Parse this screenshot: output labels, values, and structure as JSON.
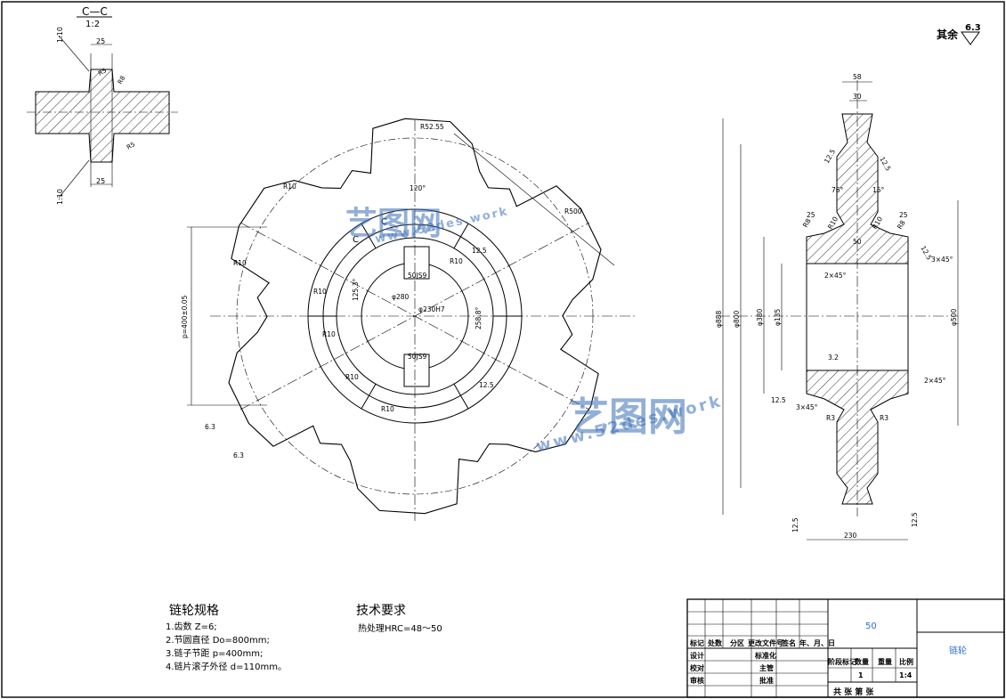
{
  "section": {
    "label": "C—C",
    "scale": "1:2",
    "taper_top": "1:10",
    "taper_bottom": "1:10",
    "dims": [
      "25",
      "25",
      "R5",
      "R8",
      "R5"
    ]
  },
  "roughness": {
    "label": "其余",
    "value": "6.3"
  },
  "front_view": {
    "dims": [
      "R52.55",
      "R10",
      "R10",
      "R10",
      "R10",
      "R10",
      "R10",
      "R10",
      "120°",
      "R500",
      "C",
      "C",
      "12.5",
      "12.5",
      "φ230H7",
      "φ280",
      "125.3°",
      "258.8°",
      "50JS9",
      "50JS9",
      "6.3",
      "6.3"
    ],
    "pitch_label": "p=400±0.05"
  },
  "side_view": {
    "dims": [
      "58",
      "30",
      "12.5",
      "12.5",
      "76°",
      "15°",
      "25",
      "25",
      "R8",
      "R8",
      "R10",
      "R10",
      "50",
      "12.5",
      "3×45°",
      "2×45°",
      "2×45°",
      "3.2",
      "12.5",
      "3×45°",
      "R3",
      "R3",
      "12.5",
      "12.5",
      "230",
      "φ888",
      "φ800",
      "φ380",
      "φ135",
      "φ500"
    ]
  },
  "spec": {
    "title": "链轮规格",
    "lines": [
      "1.齿数 Z=6;",
      "2.节圆直径 Do=800mm;",
      "3.链子节距 p=400mm;",
      "4.链片滚子外径 d=110mm。"
    ]
  },
  "requirements": {
    "title": "技术要求",
    "line": "热处理HRC=48～50"
  },
  "title_block": {
    "material": "50",
    "part_name": "链轮",
    "row_headers": [
      "标记",
      "处数",
      "分区",
      "更改文件号",
      "签名",
      "年、月、日"
    ],
    "design": "设计",
    "standardize": "标准化",
    "check": "校对",
    "supervisor": "主管",
    "review": "审核",
    "approve": "批准",
    "stage_mark": "阶段标记",
    "weight": "重量",
    "ratio_label": "比例",
    "qty": "数量",
    "quantity": "1",
    "ratio": "1:4",
    "sheets": "共 张  第 张"
  },
  "watermark": {
    "cn": "艺图网",
    "en": "www.52des.work"
  },
  "colors": {
    "line": "#000000",
    "watermark": "#3a6fb8",
    "accent": "#2a6fd0"
  }
}
